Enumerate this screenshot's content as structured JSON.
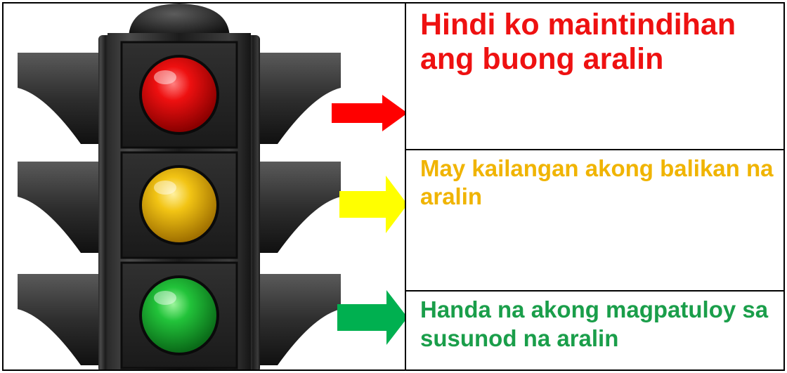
{
  "statements": {
    "red": "Hindi ko maintindihan ang buong aralin",
    "yellow": "May kailangan akong balikan na aralin",
    "green": "Handa na akong magpatuloy sa susunod na aralin"
  },
  "colors": {
    "red_text": "#ee1111",
    "yellow_text": "#f0b400",
    "green_text": "#1a9e4a",
    "red_arrow": "#ff0000",
    "yellow_arrow": "#ffff00",
    "green_arrow": "#00b050"
  },
  "icons": {
    "traffic_light": "traffic-light-icon",
    "arrows": [
      "arrow-right-icon",
      "arrow-right-icon",
      "arrow-right-icon"
    ]
  }
}
